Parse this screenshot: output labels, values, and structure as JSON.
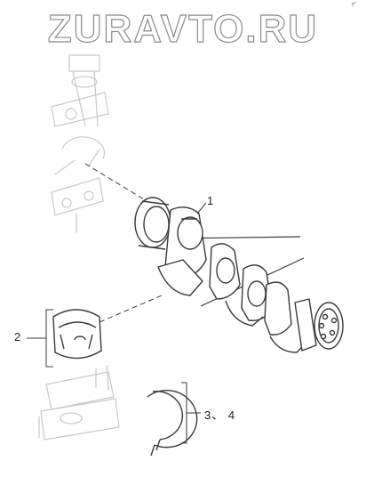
{
  "watermark": {
    "text": "ZURAVTO.RU"
  },
  "corner_mark": "r'",
  "callouts": [
    {
      "id": "crankshaft",
      "text": "1"
    },
    {
      "id": "main-bearing",
      "text": "2"
    },
    {
      "id": "thrust-washer",
      "text": "3、 4"
    }
  ],
  "colors": {
    "line": "#3a3a3a",
    "faint": "#c8c8c8",
    "bg": "#ffffff"
  }
}
